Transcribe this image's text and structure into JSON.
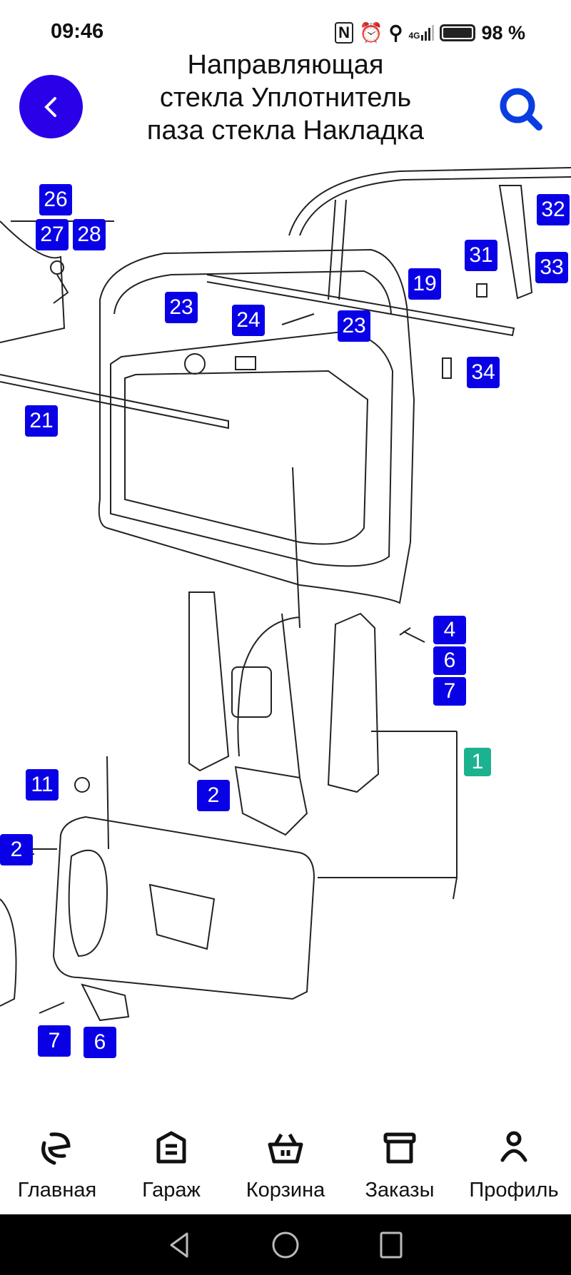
{
  "status_bar": {
    "time": "09:46",
    "network": "4G",
    "battery": "98 %",
    "battery_level": 0.98
  },
  "header": {
    "title_lines": [
      "Направляющая",
      "стекла Уплотнитель",
      "паза стекла Накладка"
    ]
  },
  "diagram": {
    "callouts": [
      "26",
      "27",
      "28",
      "23",
      "24",
      "23",
      "19",
      "31",
      "32",
      "33",
      "34",
      "21",
      "4",
      "6",
      "7",
      "1",
      "11",
      "2",
      "2",
      "7",
      "6"
    ],
    "colors": {
      "callout": "#0a00e6",
      "assembly": "#1db28f"
    }
  },
  "tabbar": {
    "items": [
      {
        "label": "Главная",
        "icon": "home-logo-icon"
      },
      {
        "label": "Гараж",
        "icon": "garage-icon"
      },
      {
        "label": "Корзина",
        "icon": "basket-icon"
      },
      {
        "label": "Заказы",
        "icon": "orders-box-icon"
      },
      {
        "label": "Профиль",
        "icon": "profile-icon"
      }
    ]
  }
}
